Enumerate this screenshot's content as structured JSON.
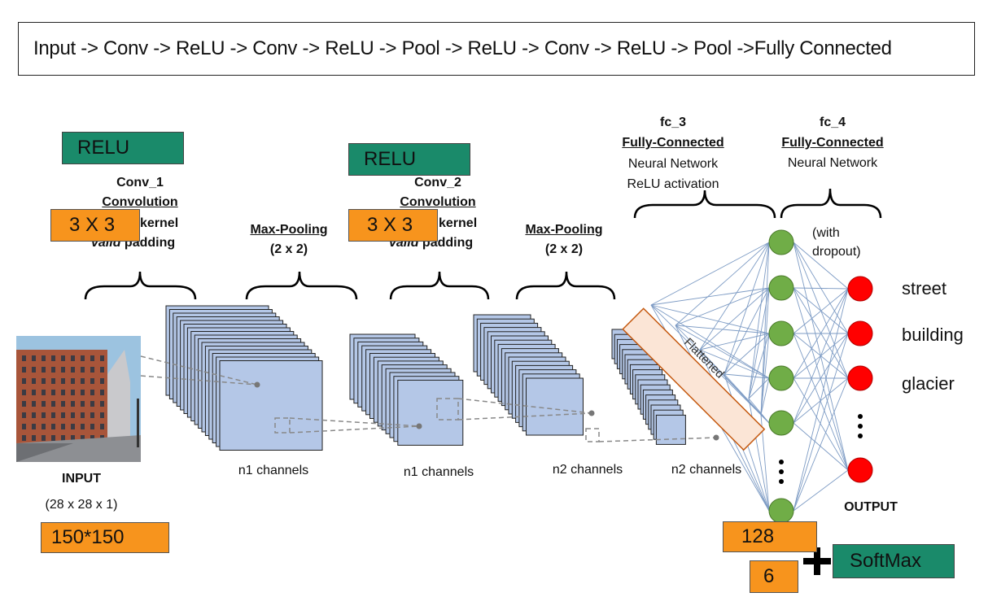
{
  "pipeline": "Input -> Conv -> ReLU -> Conv -> ReLU -> Pool -> ReLU -> Conv -> ReLU -> Pool ->Fully Connected",
  "conv1": {
    "relu": "RELU",
    "name": "Conv_1",
    "type": "Convolution",
    "kernel_badge": "3 X 3",
    "kernel_text": "kernel",
    "padding_italic": "valid",
    "padding_text": "padding"
  },
  "pool1": {
    "name": "Max-Pooling",
    "size": "(2 x 2)"
  },
  "conv2": {
    "relu": "RELU",
    "name": "Conv_2",
    "type": "Convolution",
    "kernel_badge": "3 X 3",
    "kernel_text": "kernel",
    "padding_italic": "valid",
    "padding_text": "padding"
  },
  "pool2": {
    "name": "Max-Pooling",
    "size": "(2 x 2)"
  },
  "fc3": {
    "name": "fc_3",
    "type": "Fully-Connected",
    "line1": "Neural Network",
    "line2": "ReLU activation"
  },
  "fc4": {
    "name": "fc_4",
    "type": "Fully-Connected",
    "line1": "Neural Network",
    "dropout1": "(with",
    "dropout2": "dropout)"
  },
  "input": {
    "label": "INPUT",
    "dims": "(28 x 28 x 1)",
    "size_badge": "150*150"
  },
  "channels": [
    "n1 channels",
    "n1 channels",
    "n2 channels",
    "n2 channels"
  ],
  "flattened": "Flattened",
  "output": {
    "label": "OUTPUT",
    "classes": [
      "street",
      "building",
      "glacier"
    ],
    "hidden_units": "128",
    "output_units": "6",
    "plus": "+",
    "activation": "SoftMax"
  },
  "colors": {
    "green_box": "#1a8a6a",
    "orange_box": "#f7941d",
    "feature_map": "#b4c7e7",
    "hidden_node": "#70ad47",
    "output_node": "#ff0000",
    "flatten_bar": "#fbe5d6"
  }
}
